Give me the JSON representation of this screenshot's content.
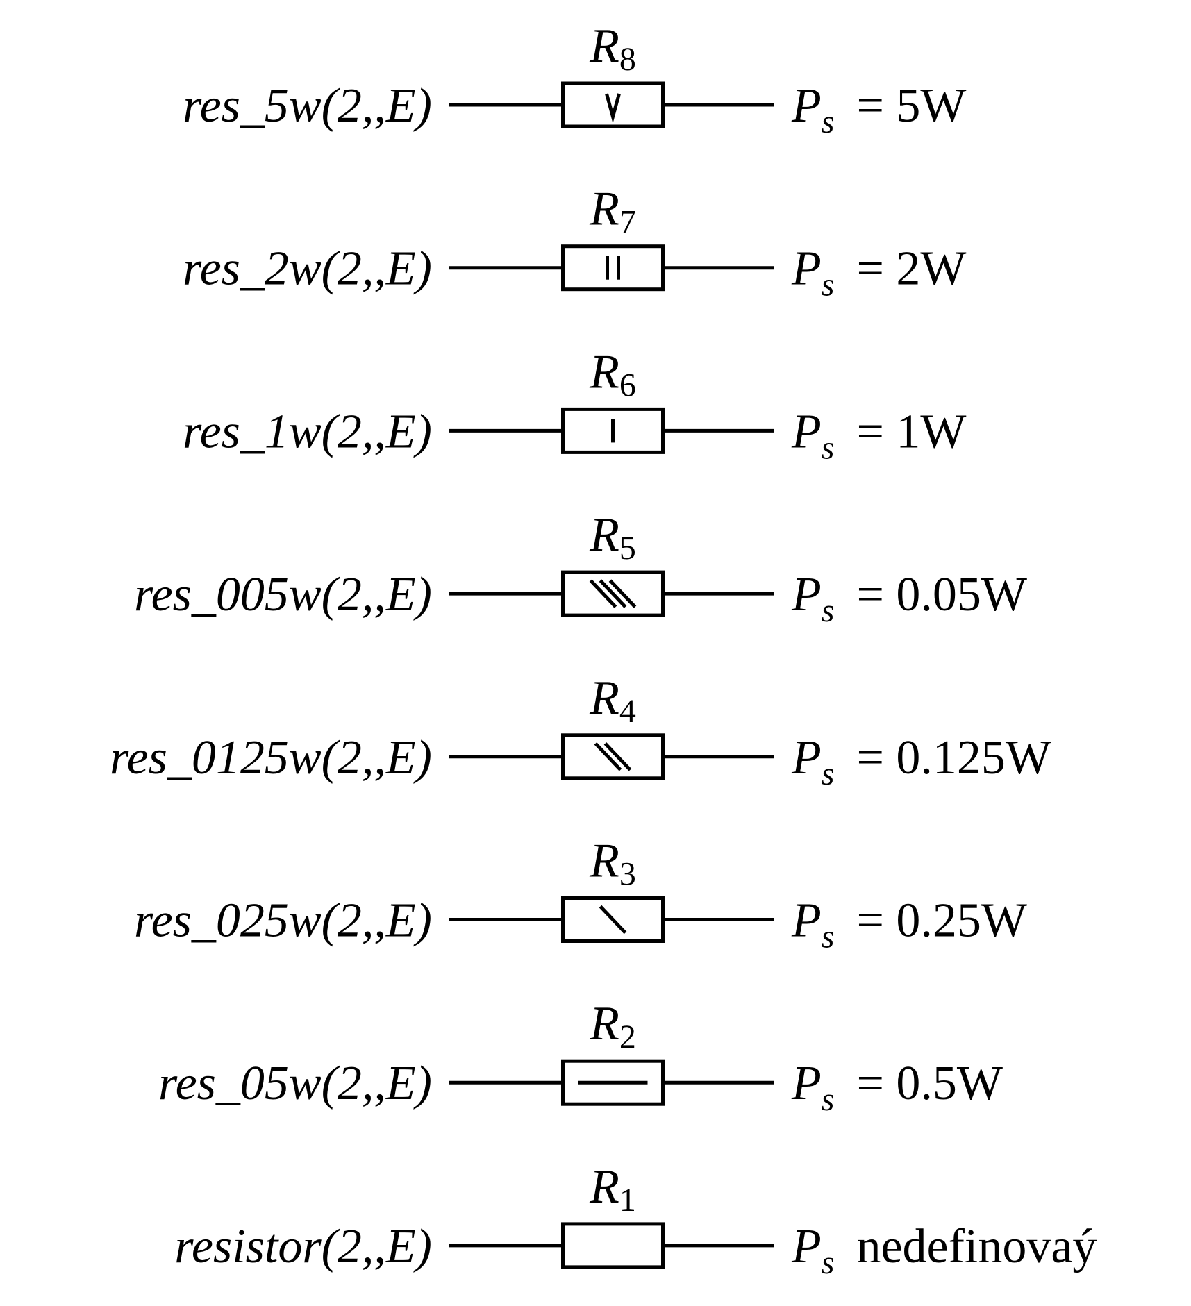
{
  "rows": [
    {
      "func": "res_5w(2,,E)",
      "name": "R",
      "index": "8",
      "power_sym": "P",
      "power_sub": "s",
      "power_text": "= 5W",
      "marking": "V"
    },
    {
      "func": "res_2w(2,,E)",
      "name": "R",
      "index": "7",
      "power_sym": "P",
      "power_sub": "s",
      "power_text": "= 2W",
      "marking": "II"
    },
    {
      "func": "res_1w(2,,E)",
      "name": "R",
      "index": "6",
      "power_sym": "P",
      "power_sub": "s",
      "power_text": "= 1W",
      "marking": "I"
    },
    {
      "func": "res_005w(2,,E)",
      "name": "R",
      "index": "5",
      "power_sym": "P",
      "power_sub": "s",
      "power_text": "= 0.05W",
      "marking": "slash3"
    },
    {
      "func": "res_0125w(2,,E)",
      "name": "R",
      "index": "4",
      "power_sym": "P",
      "power_sub": "s",
      "power_text": "= 0.125W",
      "marking": "slash2"
    },
    {
      "func": "res_025w(2,,E)",
      "name": "R",
      "index": "3",
      "power_sym": "P",
      "power_sub": "s",
      "power_text": "= 0.25W",
      "marking": "slash1"
    },
    {
      "func": "res_05w(2,,E)",
      "name": "R",
      "index": "2",
      "power_sym": "P",
      "power_sub": "s",
      "power_text": "= 0.5W",
      "marking": "hline"
    },
    {
      "func": "resistor(2,,E)",
      "name": "R",
      "index": "1",
      "power_sym": "P",
      "power_sub": "s",
      "power_text": "nedefinovaý",
      "marking": "none"
    }
  ]
}
